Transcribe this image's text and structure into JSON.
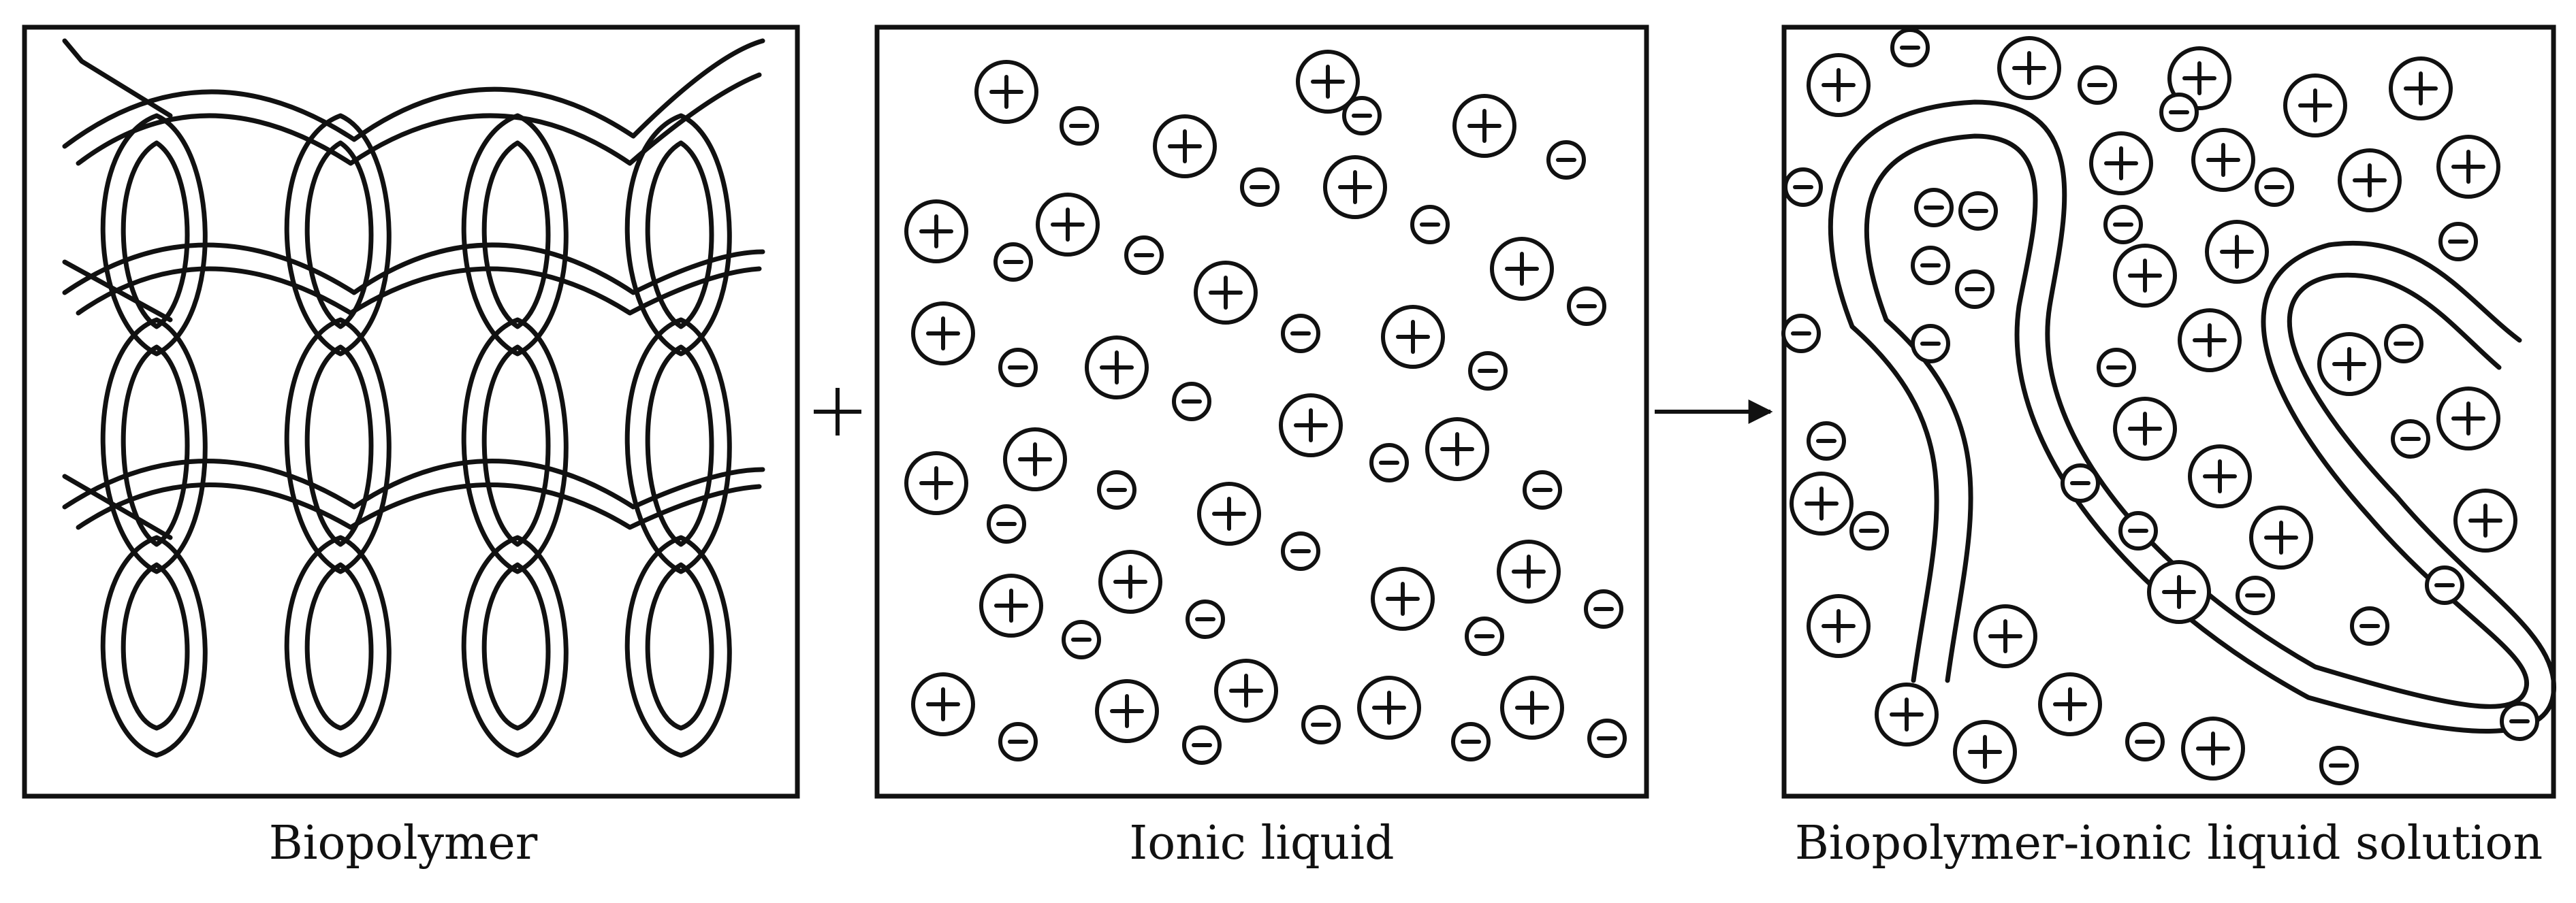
{
  "panels": [
    {
      "id": "biopolymer",
      "label": "Biopolymer"
    },
    {
      "id": "ionic-liquid",
      "label": "Ionic liquid"
    },
    {
      "id": "solution",
      "label": "Biopolymer-ionic liquid solution"
    }
  ],
  "operators": {
    "plus": "+",
    "arrow": "right-arrow-icon"
  },
  "ion_symbols": {
    "cation": "+",
    "anion": "−"
  }
}
